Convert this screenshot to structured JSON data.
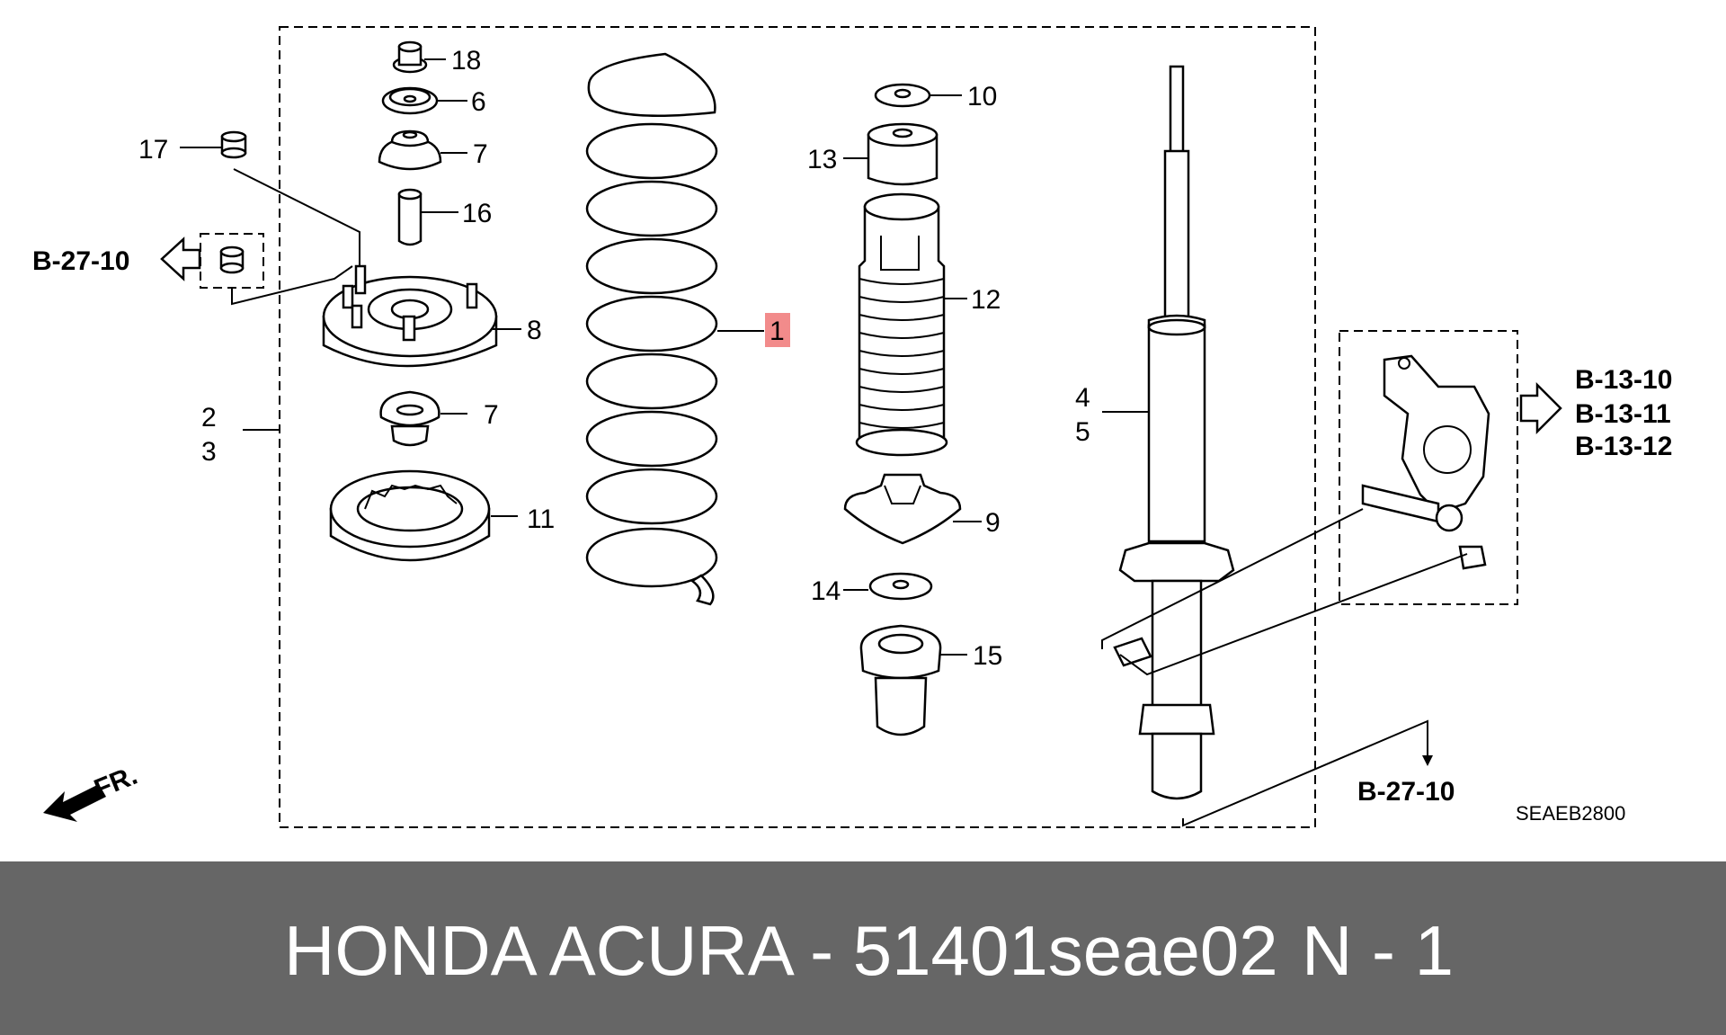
{
  "diagram": {
    "callouts": {
      "p1": "1",
      "p2": "2",
      "p3": "3",
      "p4": "4",
      "p5": "5",
      "p6": "6",
      "p7a": "7",
      "p7b": "7",
      "p8": "8",
      "p9": "9",
      "p10": "10",
      "p11": "11",
      "p12": "12",
      "p13": "13",
      "p14": "14",
      "p15": "15",
      "p16": "16",
      "p17": "17",
      "p18": "18"
    },
    "references": {
      "left": "B-27-10",
      "right_1": "B-13-10",
      "right_2": "B-13-11",
      "right_3": "B-13-12",
      "bottom": "B-27-10"
    },
    "front_label": "FR.",
    "diagram_code": "SEAEB2800",
    "highlight_color": "#f28b8b"
  },
  "footer": {
    "title": "HONDA ACURA - 51401seae02",
    "quantity": "N - 1",
    "background": "#666666"
  }
}
